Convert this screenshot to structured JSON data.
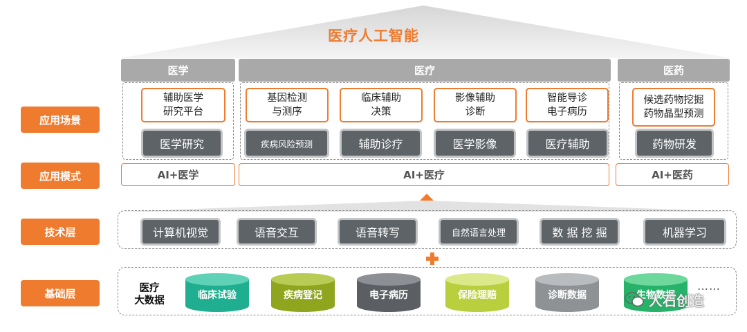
{
  "roof": {
    "title": "医疗人工智能"
  },
  "columns": {
    "medicine": {
      "header": "医学",
      "scenario": "辅助医学\n研究平台",
      "category": "医学研究",
      "mode": "AI+医学"
    },
    "healthcare": {
      "header": "医疗",
      "scenarios": [
        "基因检测\n与测序",
        "临床辅助\n决策",
        "影像辅助\n诊断",
        "智能导诊\n电子病历"
      ],
      "categories": [
        "疾病风险预测",
        "辅助诊疗",
        "医学影像",
        "医疗辅助"
      ],
      "mode": "AI+医疗"
    },
    "pharma": {
      "header": "医药",
      "scenario": "候选药物挖掘\n药物晶型预测",
      "category": "药物研发",
      "mode": "AI+医药"
    }
  },
  "layers": {
    "application_scenario": "应用场景",
    "application_mode": "应用模式",
    "technology": "技术层",
    "foundation": "基础层"
  },
  "technology_items": [
    "计算机视觉",
    "语音交互",
    "语音转写",
    "自然语言处理",
    "数 据 挖 掘",
    "机器学习"
  ],
  "foundation": {
    "label": "医疗\n大数据",
    "cylinders": [
      {
        "name": "临床试验",
        "color": "#1fae8f"
      },
      {
        "name": "疾病登记",
        "color": "#8fa51e"
      },
      {
        "name": "电子病历",
        "color": "#5b5f63"
      },
      {
        "name": "保险理赔",
        "color": "#b9cf3e"
      },
      {
        "name": "诊断数据",
        "color": "#8e9295"
      },
      {
        "name": "生物数据",
        "color": "#27b26a"
      }
    ],
    "more": "……"
  },
  "watermark": "人石创造",
  "colors": {
    "accent": "#ef7b2f",
    "header_gray": "#a9a9a9",
    "button_dark": "#5e6368"
  }
}
